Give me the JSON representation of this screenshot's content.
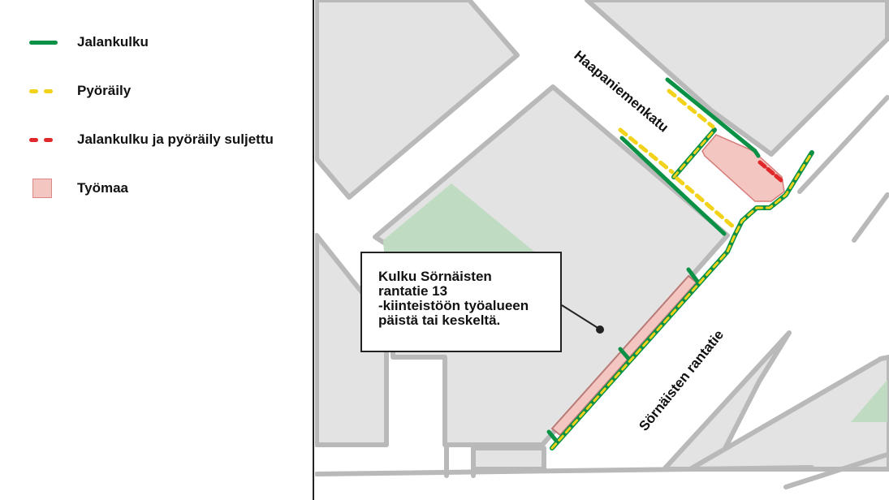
{
  "legend": {
    "items": [
      {
        "label": "Jalankulku",
        "symbol": "solid-line-icon",
        "color": "#0a9146"
      },
      {
        "label": "Pyöräily",
        "symbol": "dashed-line-icon",
        "color": "#f2d21a"
      },
      {
        "label": "Jalankulku ja pyöräily suljettu",
        "symbol": "dashed-line-icon",
        "color": "#e0282a"
      },
      {
        "label": "Työmaa",
        "symbol": "area-swatch-icon",
        "color": "#f4c6c1"
      }
    ]
  },
  "map": {
    "streets": {
      "haapaniemenkatu": "Haapaniemenkatu",
      "sornaisten_rantatie": "Sörnäisten rantatie"
    },
    "callout": "Kulku Sörnäisten\nrantatie 13\n-kiinteistöön työalueen\npäistä tai keskeltä.",
    "colors": {
      "block": "#e3e3e3",
      "road_edge": "#b9b9b9",
      "park": "#bfdcc3",
      "worksite": "#f4c6c1",
      "worksite_edge": "#d67c78",
      "pedestrian": "#0a9146",
      "cycling": "#f2d21a",
      "closed": "#e0282a"
    }
  }
}
